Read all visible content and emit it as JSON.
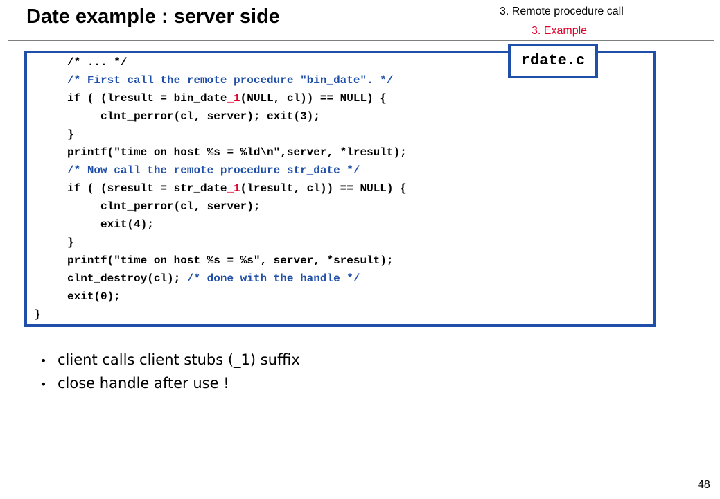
{
  "slide": {
    "title": "Date example : server side",
    "section": "3. Remote procedure call",
    "subsection": "3. Example",
    "page_number": "48"
  },
  "code_box": {
    "filename": "rdate.c",
    "lines": [
      [
        {
          "t": "     /* ... */",
          "c": "code"
        }
      ],
      [
        {
          "t": "     /* First call the remote procedure \"bin_date\". */",
          "c": "comment"
        }
      ],
      [
        {
          "t": "     if ( (lresult = bin_date",
          "c": "code"
        },
        {
          "t": "_1",
          "c": "highlight"
        },
        {
          "t": "(NULL, cl)) == NULL) {",
          "c": "code"
        }
      ],
      [
        {
          "t": "          clnt_perror(cl, server); exit(3);",
          "c": "code"
        }
      ],
      [
        {
          "t": "     }",
          "c": "code"
        }
      ],
      [
        {
          "t": "     printf(\"time on host %s = %ld\\n\",server, *lresult);",
          "c": "code"
        }
      ],
      [
        {
          "t": "     /* Now call the remote procedure str_date */",
          "c": "comment"
        }
      ],
      [
        {
          "t": "     if ( (sresult = str_date",
          "c": "code"
        },
        {
          "t": "_1",
          "c": "highlight"
        },
        {
          "t": "(lresult, cl)) == NULL) {",
          "c": "code"
        }
      ],
      [
        {
          "t": "          clnt_perror(cl, server);",
          "c": "code"
        }
      ],
      [
        {
          "t": "          exit(4);",
          "c": "code"
        }
      ],
      [
        {
          "t": "     }",
          "c": "code"
        }
      ],
      [
        {
          "t": "     printf(\"time on host %s = %s\", server, *sresult);",
          "c": "code"
        }
      ],
      [
        {
          "t": "     clnt_destroy(cl); ",
          "c": "code"
        },
        {
          "t": "/* done with the handle */",
          "c": "comment"
        }
      ],
      [
        {
          "t": "     exit(0);",
          "c": "code"
        }
      ],
      [
        {
          "t": "}",
          "c": "code"
        }
      ]
    ]
  },
  "bullets": [
    "client calls client stubs (_1) suffix",
    "close handle after use !"
  ],
  "bullet_symbol": "•",
  "colors": {
    "frame_blue": "#1f4fa8",
    "comment_blue": "#1f4fa8",
    "highlight_red": "#e0002a",
    "subsection_red": "#e0002a"
  }
}
